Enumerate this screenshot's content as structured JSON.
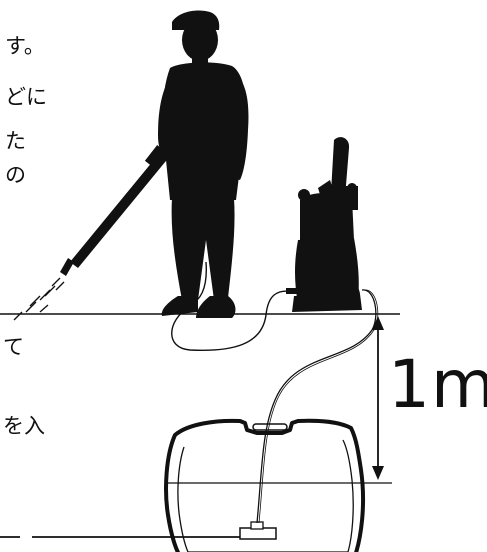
{
  "text_fragments": [
    "す。",
    "どに",
    "た",
    "の",
    "て",
    "を入"
  ],
  "height_label": "1m",
  "icons": {
    "person": "person-silhouette-icon",
    "washer": "pressure-washer-icon",
    "tank": "water-tank-icon",
    "filter": "suction-filter-icon",
    "spray": "water-spray-icon"
  },
  "colors": {
    "ink": "#111111",
    "background": "#ffffff"
  }
}
